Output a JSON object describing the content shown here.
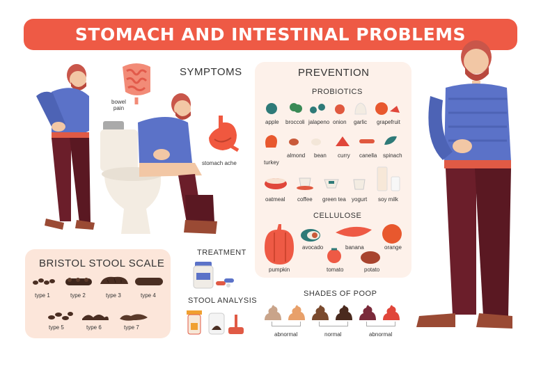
{
  "title": "STOMACH AND INTESTINAL PROBLEMS",
  "symptoms": {
    "heading": "SYMPTOMS",
    "bowel_pain": "bowel\npain",
    "stomach_ache": "stomach ache"
  },
  "bristol": {
    "heading": "BRISTOL STOOL SCALE",
    "types": [
      "type 1",
      "type 2",
      "type 3",
      "type 4",
      "type 5",
      "type 6",
      "type 7"
    ]
  },
  "treatment": {
    "heading": "TREATMENT"
  },
  "stool_analysis": {
    "heading": "STOOL ANALYSIS"
  },
  "prevention": {
    "heading": "PREVENTION",
    "probiotics": {
      "heading": "PROBIOTICS",
      "row1": [
        "apple",
        "broccoli",
        "jalapeno",
        "onion",
        "garlic",
        "grapefruit"
      ],
      "row2": [
        "turkey",
        "almond",
        "bean",
        "curry",
        "canella",
        "spinach"
      ],
      "row3": [
        "oatmeal",
        "coffee",
        "green tea",
        "yogurt",
        "soy milk"
      ]
    },
    "cellulose": {
      "heading": "CELLULOSE",
      "items": [
        "pumpkin",
        "avocado",
        "banana",
        "orange",
        "tomato",
        "potato"
      ]
    }
  },
  "shades": {
    "heading": "SHADES OF POOP",
    "groups": [
      "abnormal",
      "normal",
      "abnormal"
    ],
    "colors": [
      "#c9a48a",
      "#e8a06a",
      "#7a4a2e",
      "#4a2a1e",
      "#7a2a3a",
      "#e0463a"
    ]
  },
  "colors": {
    "accent": "#ee5a45",
    "panel": "#fce6da",
    "shirt": "#5b72c8",
    "pants": "#6b1e2a"
  }
}
